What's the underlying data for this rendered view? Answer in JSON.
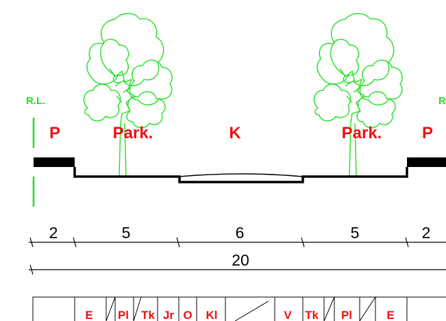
{
  "colors": {
    "green": "#22dd22",
    "red": "#ee1111",
    "black": "#000000"
  },
  "reference_line": {
    "label_left": "R.L.",
    "label_right": "R"
  },
  "zones": [
    {
      "label": "P"
    },
    {
      "label": "Park."
    },
    {
      "label": "K"
    },
    {
      "label": "Park."
    },
    {
      "label": "P"
    }
  ],
  "dimensions": {
    "segments": [
      "2",
      "5",
      "6",
      "5",
      "2"
    ],
    "total": "20"
  },
  "utilities": [
    {
      "label": "E"
    },
    {
      "label": "Pl"
    },
    {
      "label": "Tk"
    },
    {
      "label": "Jr"
    },
    {
      "label": "O"
    },
    {
      "label": "Kl"
    },
    {
      "label": "V"
    },
    {
      "label": "Tk"
    },
    {
      "label": "Pl"
    },
    {
      "label": "E"
    }
  ]
}
